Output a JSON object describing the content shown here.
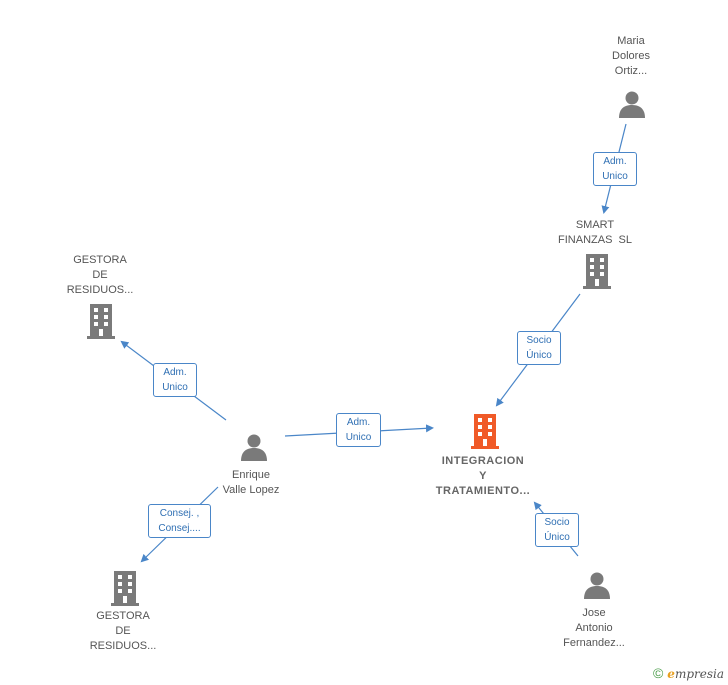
{
  "colors": {
    "edge": "#4a86c8",
    "node_icon": "#7a7a7a",
    "main_company_icon": "#f05a28"
  },
  "nodes": {
    "maria": {
      "lines": [
        "Maria",
        "Dolores",
        "Ortiz..."
      ],
      "icon": "person-icon"
    },
    "smart": {
      "lines": [
        "SMART",
        "FINANZAS  SL"
      ],
      "icon": "building-icon"
    },
    "gestora_top": {
      "lines": [
        "GESTORA",
        "DE",
        "RESIDUOS..."
      ],
      "icon": "building-icon"
    },
    "enrique": {
      "lines": [
        "Enrique",
        "Valle Lopez"
      ],
      "icon": "person-icon"
    },
    "integracion": {
      "lines": [
        "INTEGRACION",
        "Y",
        "TRATAMIENTO..."
      ],
      "icon": "building-icon"
    },
    "gestora_bottom": {
      "lines": [
        "GESTORA",
        "DE",
        "RESIDUOS..."
      ],
      "icon": "building-icon"
    },
    "jose": {
      "lines": [
        "Jose",
        "Antonio",
        "Fernandez..."
      ],
      "icon": "person-icon"
    }
  },
  "edges": {
    "maria_smart": [
      "Adm.",
      "Unico"
    ],
    "smart_integracion": [
      "Socio",
      "Único"
    ],
    "enrique_gestora_top": [
      "Adm.",
      "Unico"
    ],
    "enrique_integracion": [
      "Adm.",
      "Unico"
    ],
    "enrique_gestora_bottom": [
      "Consej. ,",
      "Consej...."
    ],
    "jose_integracion": [
      "Socio",
      "Único"
    ]
  },
  "brand": {
    "copyright": "©",
    "name_initial": "e",
    "name_rest": "mpresia"
  }
}
